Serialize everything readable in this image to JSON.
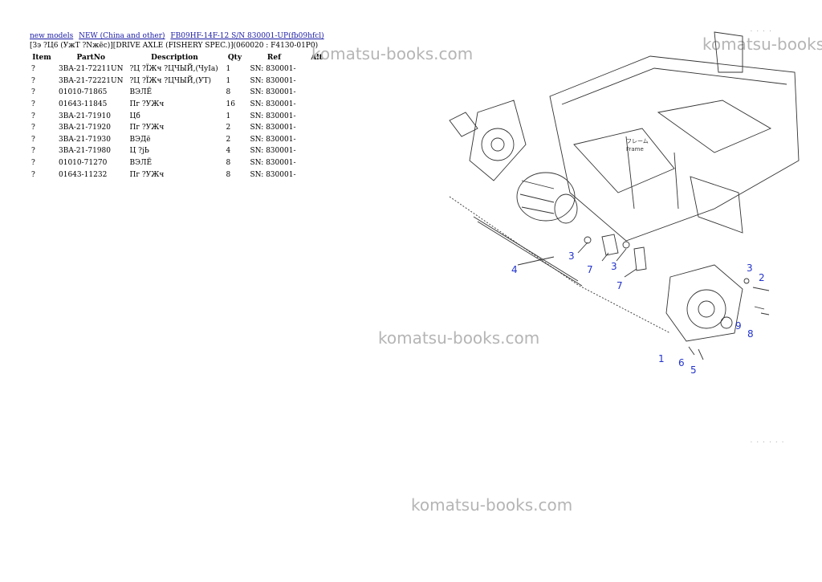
{
  "breadcrumb": {
    "links": [
      {
        "label": "new models"
      },
      {
        "label": "NEW (China and other)"
      },
      {
        "label": "FB09HF-14F-12 S/N 830001-UP(fb09hfcl)"
      }
    ]
  },
  "subtitle": "[Зэ ?Ц6 (УжТ ?Nжёс)][DRIVE AXLE (FISHERY SPEC.)](060020 : F4130-01P0)",
  "table": {
    "headers": [
      "Item",
      "PartNo",
      "Description",
      "Qty",
      "Ref",
      "Alt"
    ],
    "rows": [
      [
        "?",
        "3BA-21-72211UN",
        "?Ц ?ЇЖч ?ЦЧЫЙ,(ЧуIа)",
        "1",
        "SN: 830001-",
        ""
      ],
      [
        "?",
        "3BA-21-72221UN",
        "?Ц ?ЇЖч ?ЦЧЫЙ,(УТ)",
        "1",
        "SN: 830001-",
        ""
      ],
      [
        "?",
        "01010-71865",
        "ВЭЛЁ",
        "8",
        "SN: 830001-",
        ""
      ],
      [
        "?",
        "01643-11845",
        "Пг ?УЖч",
        "16",
        "SN: 830001-",
        ""
      ],
      [
        "?",
        "3BA-21-71910",
        "Цб",
        "1",
        "SN: 830001-",
        ""
      ],
      [
        "?",
        "3BA-21-71920",
        "Пг ?УЖч",
        "2",
        "SN: 830001-",
        ""
      ],
      [
        "?",
        "3BA-21-71930",
        "ВЭДё",
        "2",
        "SN: 830001-",
        ""
      ],
      [
        "?",
        "3BA-21-71980",
        "Ц ?jЬ",
        "4",
        "SN: 830001-",
        ""
      ],
      [
        "?",
        "01010-71270",
        "ВЭЛЁ",
        "8",
        "SN: 830001-",
        ""
      ],
      [
        "?",
        "01643-11232",
        "Пг ?УЖч",
        "8",
        "SN: 830001-",
        ""
      ]
    ]
  },
  "watermarks": [
    "komatsu-books.com",
    "komatsu-books.com",
    "komatsu-books.com",
    "komatsu-books.com"
  ],
  "diagram": {
    "callouts": [
      "3",
      "7",
      "3",
      "7",
      "4",
      "3",
      "2",
      "9",
      "8",
      "1",
      "6",
      "5"
    ],
    "frame_label_1": "フレーム",
    "frame_label_2": "Frame"
  },
  "colors": {
    "link": "#1a1aa6",
    "callout": "#2233cc",
    "watermark": "#b5b5b5"
  }
}
